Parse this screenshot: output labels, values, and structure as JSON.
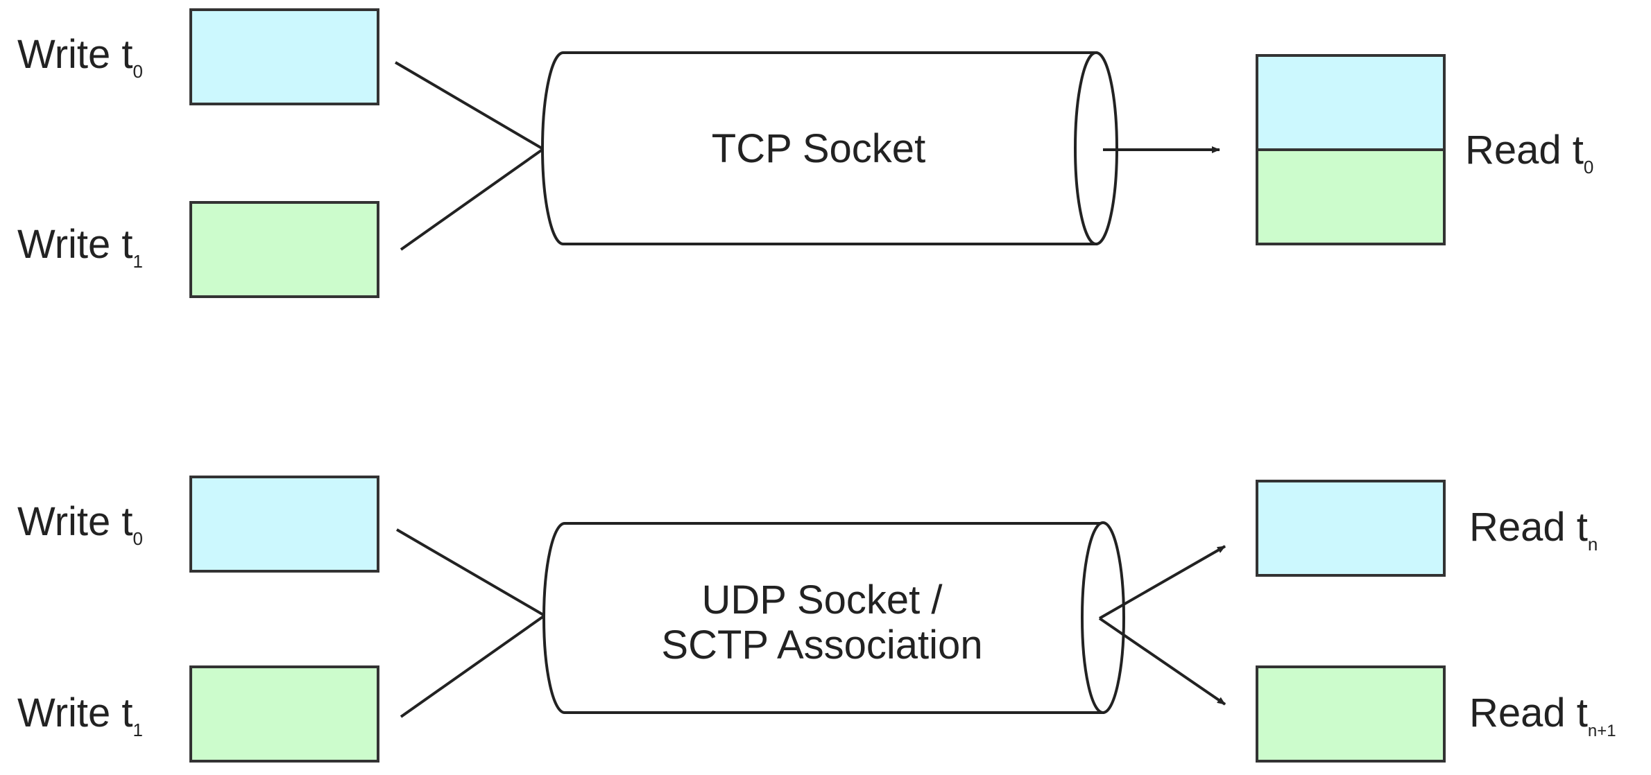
{
  "colors": {
    "write_t0_fill": "#ccf8fe",
    "write_t1_fill": "#ccfccc",
    "stroke": "#333333",
    "background": "#ffffff"
  },
  "tcp": {
    "write_t0": {
      "prefix": "Write t",
      "sub": "0"
    },
    "write_t1": {
      "prefix": "Write t",
      "sub": "1"
    },
    "socket_label": "TCP Socket",
    "read": {
      "prefix": "Read t",
      "sub": "0"
    }
  },
  "udp": {
    "write_t0": {
      "prefix": "Write t",
      "sub": "0"
    },
    "write_t1": {
      "prefix": "Write t",
      "sub": "1"
    },
    "socket_label_line1": "UDP Socket /",
    "socket_label_line2": "SCTP Association",
    "read_tn": {
      "prefix": "Read t",
      "sub": "n"
    },
    "read_tn1": {
      "prefix": "Read t",
      "sub": "n+1"
    }
  }
}
